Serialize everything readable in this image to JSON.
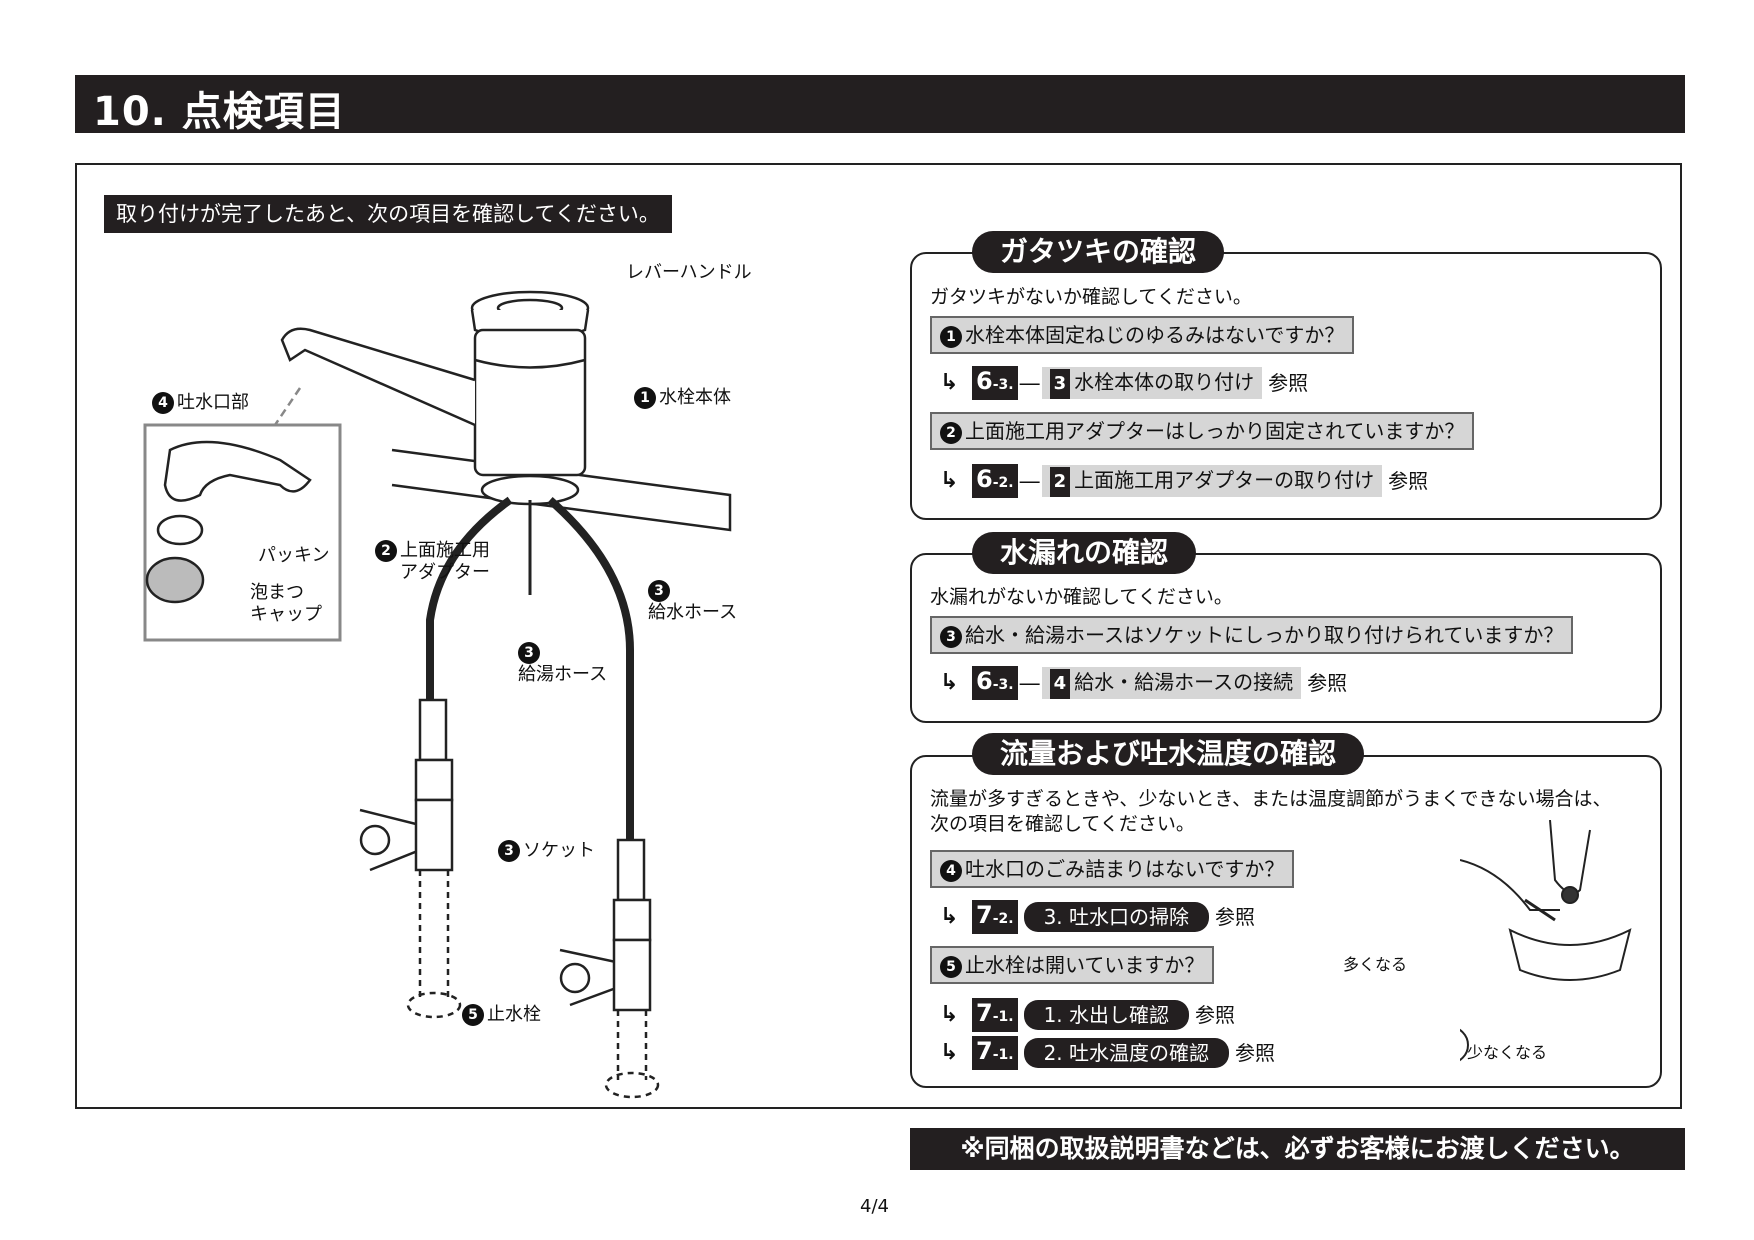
{
  "title": "10. 点検項目",
  "intro": "取り付けが完了したあと、次の項目を確認してください。",
  "diagram": {
    "lever": "レバーハンドル",
    "body": {
      "num": "1",
      "label": "水栓本体"
    },
    "spout": {
      "num": "4",
      "label": "吐水口部"
    },
    "packing": "パッキン",
    "cap": "泡まつ\nキャップ",
    "adapter": {
      "num": "2",
      "label": "上面施工用\nアダプター"
    },
    "hot_hose": {
      "num": "3",
      "label": "給湯ホース"
    },
    "cold_hose": {
      "num": "3",
      "label": "給水ホース"
    },
    "socket": {
      "num": "3",
      "label": "ソケット"
    },
    "stop_valve": {
      "num": "5",
      "label": "止水栓"
    }
  },
  "sections": [
    {
      "title": "ガタツキの確認",
      "text": "ガタツキがないか確認してください。",
      "items": [
        {
          "num": "1",
          "question": "水栓本体固定ねじのゆるみはないですか？",
          "ref_main": "6",
          "ref_sub": "-3.",
          "dash": "―",
          "ref_idx": "3",
          "ref_title": "水栓本体の取り付け",
          "see": "参照"
        },
        {
          "num": "2",
          "question": "上面施工用アダプターはしっかり固定されていますか？",
          "ref_main": "6",
          "ref_sub": "-2.",
          "dash": "―",
          "ref_idx": "2",
          "ref_title": "上面施工用アダプターの取り付け",
          "see": "参照"
        }
      ]
    },
    {
      "title": "水漏れの確認",
      "text": "水漏れがないか確認してください。",
      "items": [
        {
          "num": "3",
          "question": "給水・給湯ホースはソケットにしっかり取り付けられていますか？",
          "ref_main": "6",
          "ref_sub": "-3.",
          "dash": "―",
          "ref_idx": "4",
          "ref_title": "給水・給湯ホースの接続",
          "see": "参照"
        }
      ]
    },
    {
      "title": "流量および吐水温度の確認",
      "text": "流量が多すぎるときや、少ないとき、または温度調節がうまくできない場合は、",
      "text2": "次の項目を確認してください。",
      "items": [
        {
          "num": "4",
          "question": "吐水口のごみ詰まりはないですか？",
          "ref_main": "7",
          "ref_sub": "-2.",
          "ref_pill": "3. 吐水口の掃除",
          "see": "参照"
        },
        {
          "num": "5",
          "question": "止水栓は開いていますか？",
          "refs": [
            {
              "ref_main": "7",
              "ref_sub": "-1.",
              "ref_pill": "1. 水出し確認",
              "see": "参照"
            },
            {
              "ref_main": "7",
              "ref_sub": "-1.",
              "ref_pill": "2. 吐水温度の確認",
              "see": "参照"
            }
          ]
        }
      ],
      "more": "多くなる",
      "less": "少なくなる"
    }
  ],
  "note": "※同梱の取扱説明書などは、必ずお客様にお渡しください。",
  "page": "4/4"
}
